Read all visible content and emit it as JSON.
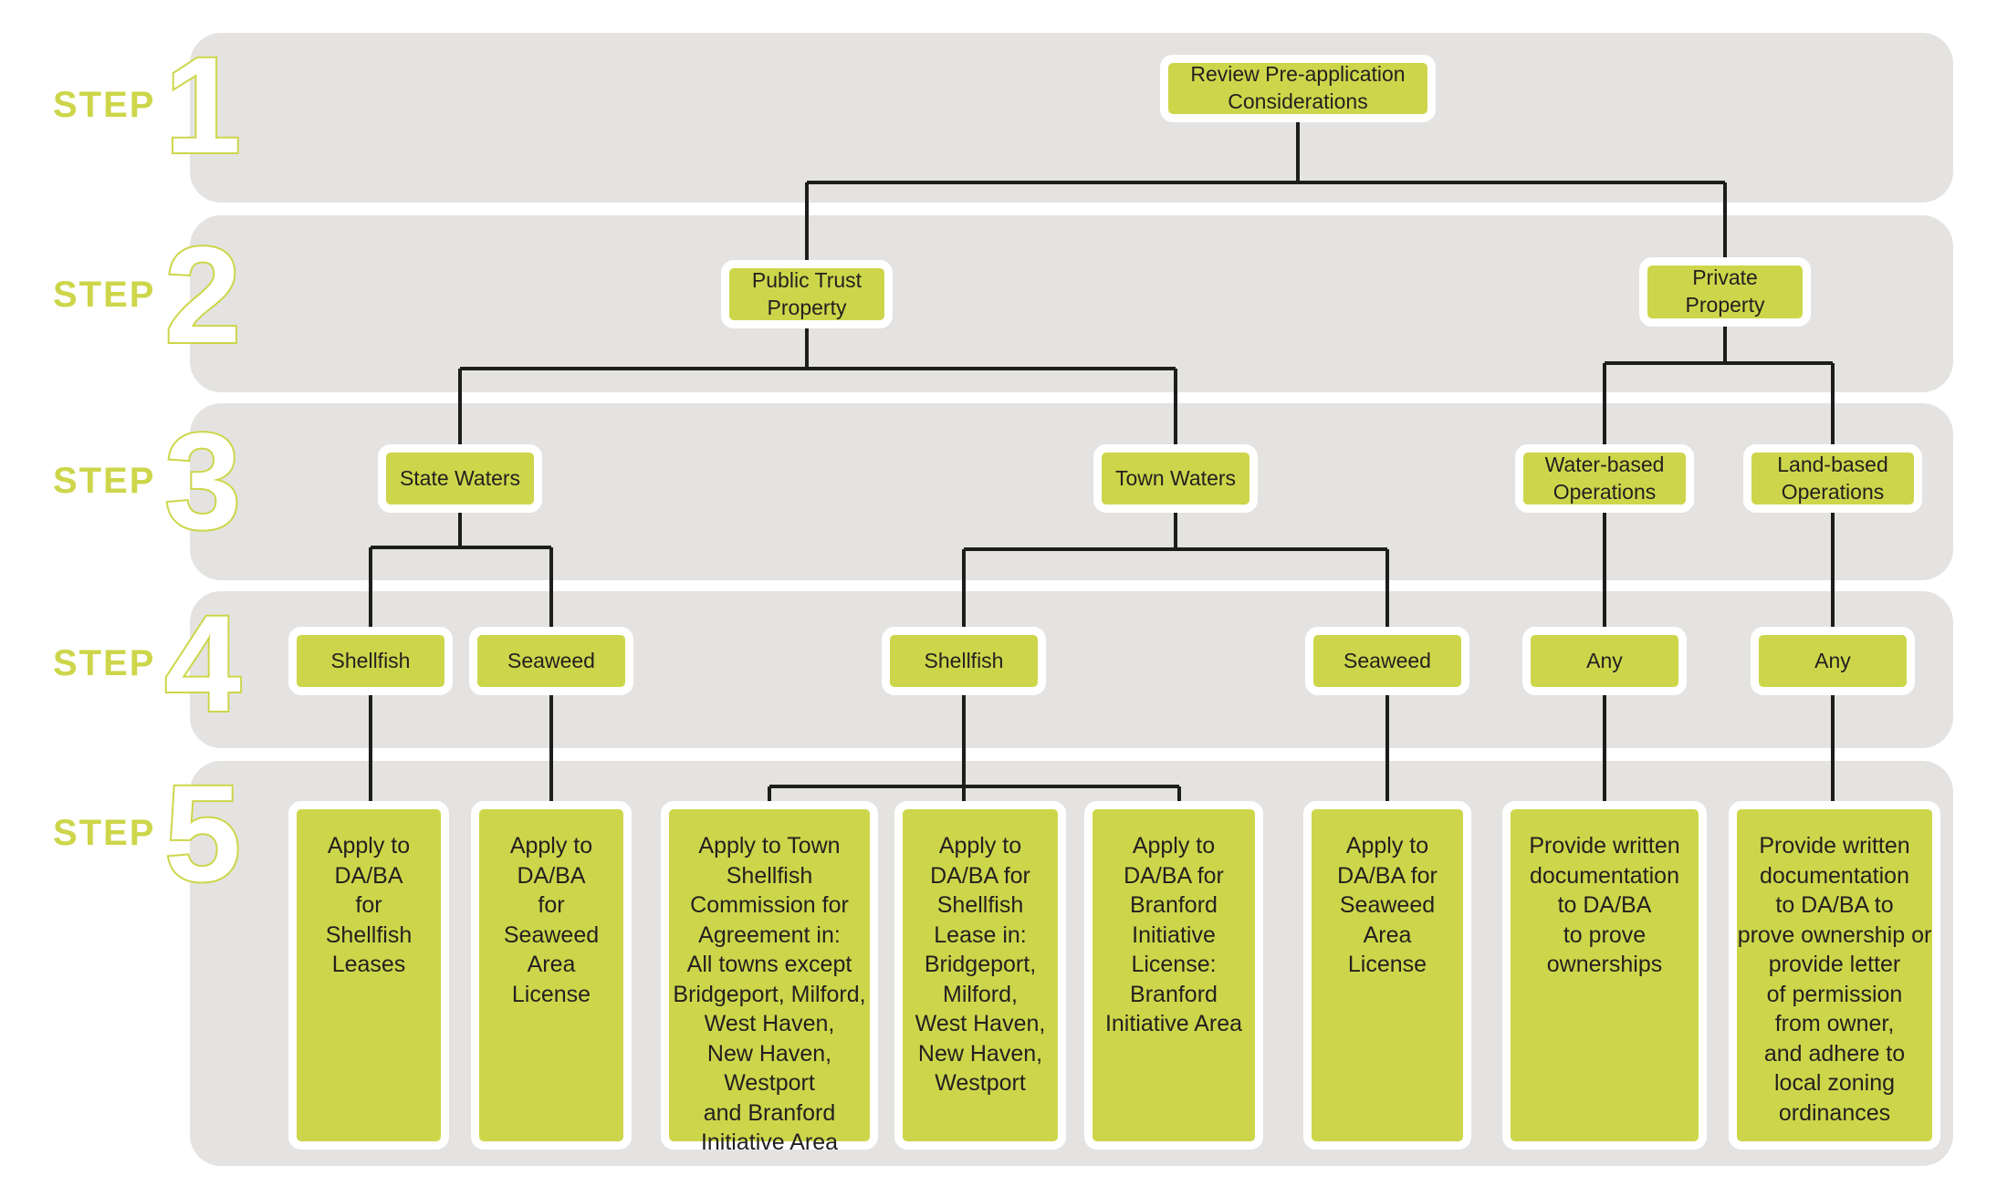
{
  "title": "Aquaculture Permitting Decision Flowchart",
  "colors": {
    "accent": "#cdd64a",
    "band": "#e4e3e1",
    "line": "#1d1d1b",
    "node_text": "#231f20",
    "node_border": "#ffffff",
    "page_background": "#ffffff"
  },
  "steps": [
    {
      "word": "STEP",
      "number": "1"
    },
    {
      "word": "STEP",
      "number": "2"
    },
    {
      "word": "STEP",
      "number": "3"
    },
    {
      "word": "STEP",
      "number": "4"
    },
    {
      "word": "STEP",
      "number": "5"
    }
  ],
  "chart_data": {
    "type": "diagram",
    "diagram_kind": "flowchart-tree",
    "title": "Aquaculture Permitting Decision Flowchart",
    "levels": [
      "STEP 1",
      "STEP 2",
      "STEP 3",
      "STEP 4",
      "STEP 5"
    ],
    "nodes": [
      {
        "id": "n1",
        "step": 1,
        "label": "Review Pre-application\nConsiderations"
      },
      {
        "id": "n2a",
        "step": 2,
        "label": "Public Trust\nProperty"
      },
      {
        "id": "n2b",
        "step": 2,
        "label": "Private\nProperty"
      },
      {
        "id": "n3a",
        "step": 3,
        "label": "State Waters"
      },
      {
        "id": "n3b",
        "step": 3,
        "label": "Town Waters"
      },
      {
        "id": "n3c",
        "step": 3,
        "label": "Water-based\nOperations"
      },
      {
        "id": "n3d",
        "step": 3,
        "label": "Land-based\nOperations"
      },
      {
        "id": "n4a",
        "step": 4,
        "label": "Shellfish"
      },
      {
        "id": "n4b",
        "step": 4,
        "label": "Seaweed"
      },
      {
        "id": "n4c",
        "step": 4,
        "label": "Shellfish"
      },
      {
        "id": "n4d",
        "step": 4,
        "label": "Seaweed"
      },
      {
        "id": "n4e",
        "step": 4,
        "label": "Any"
      },
      {
        "id": "n4f",
        "step": 4,
        "label": "Any"
      },
      {
        "id": "n5a",
        "step": 5,
        "label": "Apply to\nDA/BA\nfor\nShellfish\nLeases"
      },
      {
        "id": "n5b",
        "step": 5,
        "label": "Apply to\nDA/BA\nfor\nSeaweed\nArea\nLicense"
      },
      {
        "id": "n5c",
        "step": 5,
        "label": "Apply to Town\nShellfish\nCommission for\nAgreement in:\nAll towns except\nBridgeport, Milford,\nWest Haven,\nNew Haven,\nWestport\nand Branford\nInitiative Area"
      },
      {
        "id": "n5d",
        "step": 5,
        "label": "Apply to\nDA/BA for\nShellfish\nLease in:\nBridgeport,\nMilford,\nWest Haven,\nNew Haven,\nWestport"
      },
      {
        "id": "n5e",
        "step": 5,
        "label": "Apply to\nDA/BA for\nBranford\nInitiative\nLicense:\nBranford\nInitiative Area"
      },
      {
        "id": "n5f",
        "step": 5,
        "label": "Apply to\nDA/BA for\nSeaweed\nArea\nLicense"
      },
      {
        "id": "n5g",
        "step": 5,
        "label": "Provide written\ndocumentation\nto DA/BA\nto prove\nownerships"
      },
      {
        "id": "n5h",
        "step": 5,
        "label": "Provide written\ndocumentation\nto DA/BA to\nprove ownership or\nprovide  letter\nof permission\nfrom owner,\nand adhere to\nlocal zoning\nordinances"
      }
    ],
    "edges": [
      {
        "from": "n1",
        "to": "n2a"
      },
      {
        "from": "n1",
        "to": "n2b"
      },
      {
        "from": "n2a",
        "to": "n3a"
      },
      {
        "from": "n2a",
        "to": "n3b"
      },
      {
        "from": "n2b",
        "to": "n3c"
      },
      {
        "from": "n2b",
        "to": "n3d"
      },
      {
        "from": "n3a",
        "to": "n4a"
      },
      {
        "from": "n3a",
        "to": "n4b"
      },
      {
        "from": "n3b",
        "to": "n4c"
      },
      {
        "from": "n3b",
        "to": "n4d"
      },
      {
        "from": "n3c",
        "to": "n4e"
      },
      {
        "from": "n3d",
        "to": "n4f"
      },
      {
        "from": "n4a",
        "to": "n5a"
      },
      {
        "from": "n4b",
        "to": "n5b"
      },
      {
        "from": "n4c",
        "to": "n5c"
      },
      {
        "from": "n4c",
        "to": "n5d"
      },
      {
        "from": "n4c",
        "to": "n5e"
      },
      {
        "from": "n4d",
        "to": "n5f"
      },
      {
        "from": "n4e",
        "to": "n5g"
      },
      {
        "from": "n4f",
        "to": "n5h"
      }
    ]
  }
}
